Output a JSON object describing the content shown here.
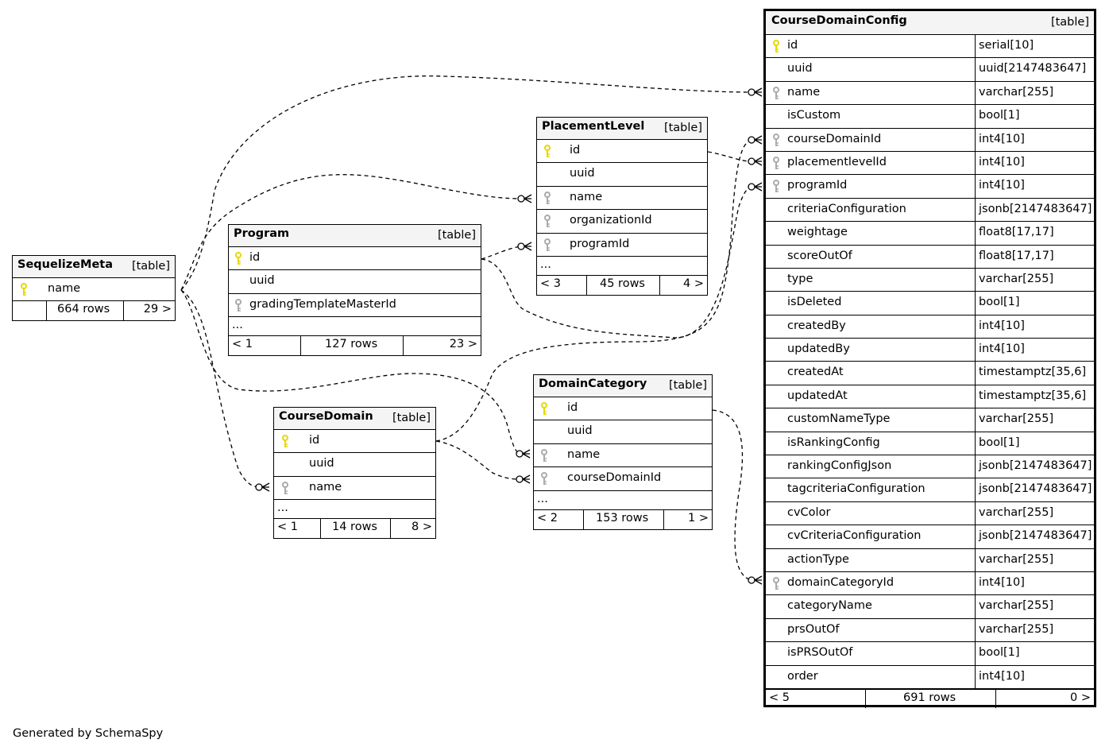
{
  "tables": {
    "sequelize_meta": {
      "name": "SequelizeMeta",
      "type": "[table]",
      "columns": [
        {
          "name": "name",
          "key": "primary"
        }
      ],
      "footer": {
        "left": "",
        "rows": "664 rows",
        "right": "29 >"
      }
    },
    "program": {
      "name": "Program",
      "type": "[table]",
      "columns": [
        {
          "name": "id",
          "key": "primary"
        },
        {
          "name": "uuid",
          "key": ""
        },
        {
          "name": "gradingTemplateMasterId",
          "key": "foreign"
        }
      ],
      "ellipsis": "...",
      "footer": {
        "left": "< 1",
        "rows": "127 rows",
        "right": "23 >"
      }
    },
    "placement_level": {
      "name": "PlacementLevel",
      "type": "[table]",
      "columns": [
        {
          "name": "id",
          "key": "primary"
        },
        {
          "name": "uuid",
          "key": ""
        },
        {
          "name": "name",
          "key": "foreign"
        },
        {
          "name": "organizationId",
          "key": "foreign"
        },
        {
          "name": "programId",
          "key": "foreign"
        }
      ],
      "ellipsis": "...",
      "footer": {
        "left": "< 3",
        "rows": "45 rows",
        "right": "4 >"
      }
    },
    "course_domain": {
      "name": "CourseDomain",
      "type": "[table]",
      "columns": [
        {
          "name": "id",
          "key": "primary"
        },
        {
          "name": "uuid",
          "key": ""
        },
        {
          "name": "name",
          "key": "foreign"
        }
      ],
      "ellipsis": "...",
      "footer": {
        "left": "< 1",
        "rows": "14 rows",
        "right": "8 >"
      }
    },
    "domain_category": {
      "name": "DomainCategory",
      "type": "[table]",
      "columns": [
        {
          "name": "id",
          "key": "primary"
        },
        {
          "name": "uuid",
          "key": ""
        },
        {
          "name": "name",
          "key": "foreign"
        },
        {
          "name": "courseDomainId",
          "key": "foreign"
        }
      ],
      "ellipsis": "...",
      "footer": {
        "left": "< 2",
        "rows": "153 rows",
        "right": "1 >"
      }
    },
    "course_domain_config": {
      "name": "CourseDomainConfig",
      "type": "[table]",
      "columns": [
        {
          "name": "id",
          "type": "serial[10]",
          "key": "primary"
        },
        {
          "name": "uuid",
          "type": "uuid[2147483647]",
          "key": ""
        },
        {
          "name": "name",
          "type": "varchar[255]",
          "key": "foreign"
        },
        {
          "name": "isCustom",
          "type": "bool[1]",
          "key": ""
        },
        {
          "name": "courseDomainId",
          "type": "int4[10]",
          "key": "foreign"
        },
        {
          "name": "placementlevelId",
          "type": "int4[10]",
          "key": "foreign"
        },
        {
          "name": "programId",
          "type": "int4[10]",
          "key": "foreign"
        },
        {
          "name": "criteriaConfiguration",
          "type": "jsonb[2147483647]",
          "key": ""
        },
        {
          "name": "weightage",
          "type": "float8[17,17]",
          "key": ""
        },
        {
          "name": "scoreOutOf",
          "type": "float8[17,17]",
          "key": ""
        },
        {
          "name": "type",
          "type": "varchar[255]",
          "key": ""
        },
        {
          "name": "isDeleted",
          "type": "bool[1]",
          "key": ""
        },
        {
          "name": "createdBy",
          "type": "int4[10]",
          "key": ""
        },
        {
          "name": "updatedBy",
          "type": "int4[10]",
          "key": ""
        },
        {
          "name": "createdAt",
          "type": "timestamptz[35,6]",
          "key": ""
        },
        {
          "name": "updatedAt",
          "type": "timestamptz[35,6]",
          "key": ""
        },
        {
          "name": "customNameType",
          "type": "varchar[255]",
          "key": ""
        },
        {
          "name": "isRankingConfig",
          "type": "bool[1]",
          "key": ""
        },
        {
          "name": "rankingConfigJson",
          "type": "jsonb[2147483647]",
          "key": ""
        },
        {
          "name": "tagcriteriaConfiguration",
          "type": "jsonb[2147483647]",
          "key": ""
        },
        {
          "name": "cvColor",
          "type": "varchar[255]",
          "key": ""
        },
        {
          "name": "cvCriteriaConfiguration",
          "type": "jsonb[2147483647]",
          "key": ""
        },
        {
          "name": "actionType",
          "type": "varchar[255]",
          "key": ""
        },
        {
          "name": "domainCategoryId",
          "type": "int4[10]",
          "key": "foreign"
        },
        {
          "name": "categoryName",
          "type": "varchar[255]",
          "key": ""
        },
        {
          "name": "prsOutOf",
          "type": "varchar[255]",
          "key": ""
        },
        {
          "name": "isPRSOutOf",
          "type": "bool[1]",
          "key": ""
        },
        {
          "name": "order",
          "type": "int4[10]",
          "key": ""
        }
      ],
      "footer": {
        "left": "< 5",
        "rows": "691 rows",
        "right": "0 >"
      }
    }
  },
  "colors": {
    "primary_key": "#e6d800",
    "foreign_key": "#aaaaaa",
    "header_bg": "#f4f4f4"
  },
  "credit": "Generated by SchemaSpy"
}
